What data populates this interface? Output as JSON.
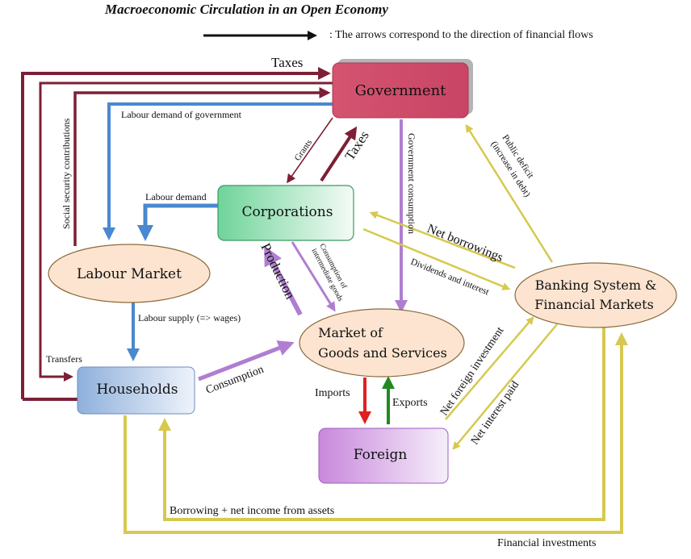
{
  "title": "Macroeconomic Circulation in an Open Economy",
  "legend": {
    "text": ": The arrows correspond to the direction of financial flows",
    "arrow_color": "#111111"
  },
  "nodes": {
    "government": {
      "label": "Government",
      "color": "#d45470"
    },
    "corporations": {
      "label": "Corporations",
      "color": "#6fd49a"
    },
    "labour_market": {
      "label": "Labour Market",
      "color": "#fce4d0"
    },
    "banking": {
      "line1": "Banking System &",
      "line2": "Financial Markets",
      "color": "#fce4d0"
    },
    "market_goods": {
      "line1": "Market of",
      "line2": "Goods and Services",
      "color": "#fce4d0"
    },
    "households": {
      "label": "Households",
      "color": "#8fb0dc"
    },
    "foreign": {
      "label": "Foreign",
      "color": "#c888dc"
    }
  },
  "flows": {
    "taxes_top": "Taxes",
    "social_security": "Social security contributions",
    "labour_demand_gov": "Labour demand of government",
    "grants": "Grants",
    "taxes_corp": "Taxes",
    "government_consumption": "Government consumption",
    "public_deficit_line1": "Public deficit",
    "public_deficit_line2": "(increase in debt)",
    "labour_demand": "Labour demand",
    "net_borrowings": "Net borrowings",
    "dividends_interest": "Dividends and interest",
    "production": "Production",
    "intermediate_line1": "Consumption of",
    "intermediate_line2": "intermediate goods",
    "labour_supply": "Labour supply (=> wages)",
    "transfers": "Transfers",
    "consumption": "Consumption",
    "imports": "Imports",
    "exports": "Exports",
    "net_foreign_investment": "Net foreign investment",
    "net_interest_paid": "Net interest paid",
    "borrowing_income": "Borrowing + net income from assets",
    "financial_investments": "Financial investments"
  },
  "colors": {
    "maroon": "#7d1f35",
    "blue": "#4a88d0",
    "purple": "#b07ed0",
    "yellow": "#d6c94e",
    "red": "#e02020",
    "green": "#208a20"
  }
}
